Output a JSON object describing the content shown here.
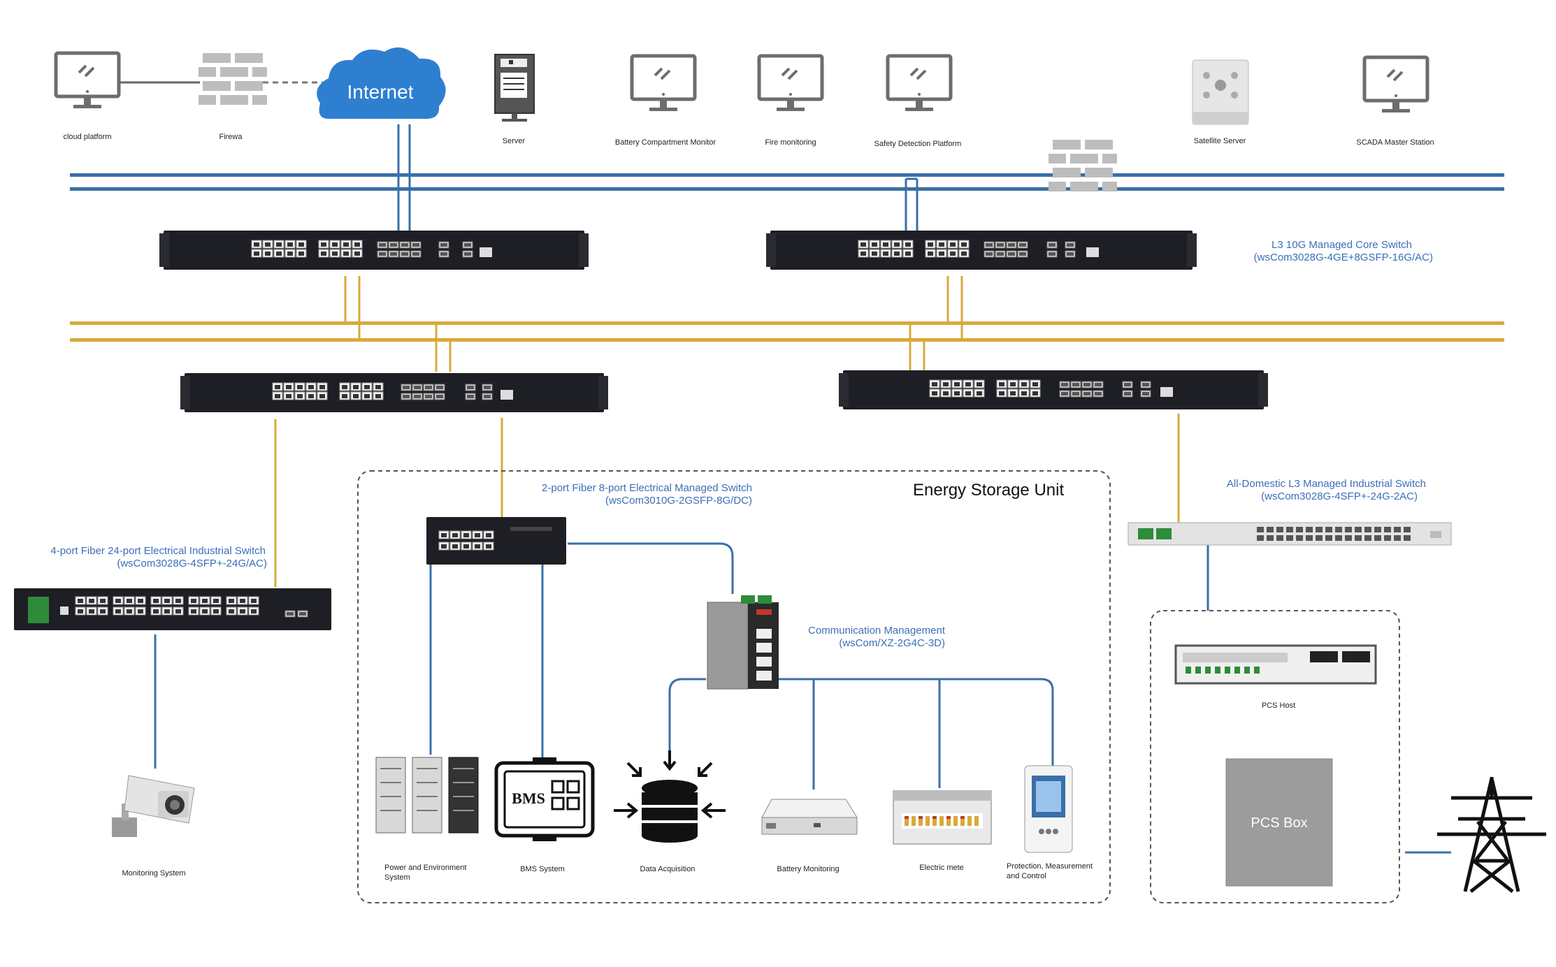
{
  "top_row": {
    "cloud_platform": "cloud platform",
    "firewall": "Firewa",
    "internet": "Internet",
    "server": "Server",
    "battery_compartment_monitor": "Battery Compartment Monitor",
    "fire_monitoring": "Fire monitoring",
    "safety_detection_platform": "Safety Detection Platform",
    "satellite_server": "Satellite Server",
    "scada_master_station": "SCADA Master Station"
  },
  "core_switch": {
    "name": "L3 10G Managed Core Switch",
    "model": "(wsCom3028G-4GE+8GSFP-16G/AC)"
  },
  "fiber_24_switch": {
    "name": "4-port Fiber 24-port Electrical Industrial Switch",
    "model": "(wsCom3028G-4SFP+-24G/AC)"
  },
  "fiber_8_switch": {
    "name": "2-port Fiber 8-port Electrical Managed Switch",
    "model": "(wsCom3010G-2GSFP-8G/DC)"
  },
  "domestic_switch": {
    "name": "All-Domestic L3 Managed Industrial Switch",
    "model": "(wsCom3028G-4SFP+-24G-2AC)"
  },
  "comm_mgmt": {
    "name": "Communication Management",
    "model": "(wsCom/XZ-2G4C-3D)"
  },
  "energy_storage_unit": "Energy Storage Unit",
  "monitoring_system": "Monitoring System",
  "bottom_devices": {
    "power_env_line1": "Power and Environment",
    "power_env_line2": "System",
    "bms_system": "BMS System",
    "bms_text": "BMS",
    "data_acquisition": "Data Acquisition",
    "battery_monitoring": "Battery Monitoring",
    "electric_meter": "Electric mete",
    "protection_line1": "Protection, Measurement",
    "protection_line2": "and Control"
  },
  "pcs": {
    "host": "PCS Host",
    "box": "PCS Box"
  },
  "colors": {
    "blue_line": "#3a6fa8",
    "yellow_line": "#d9a93a",
    "label_blue": "#3b6fb8",
    "switch_body": "#1e1f24",
    "cloud": "#2f7fd0"
  }
}
